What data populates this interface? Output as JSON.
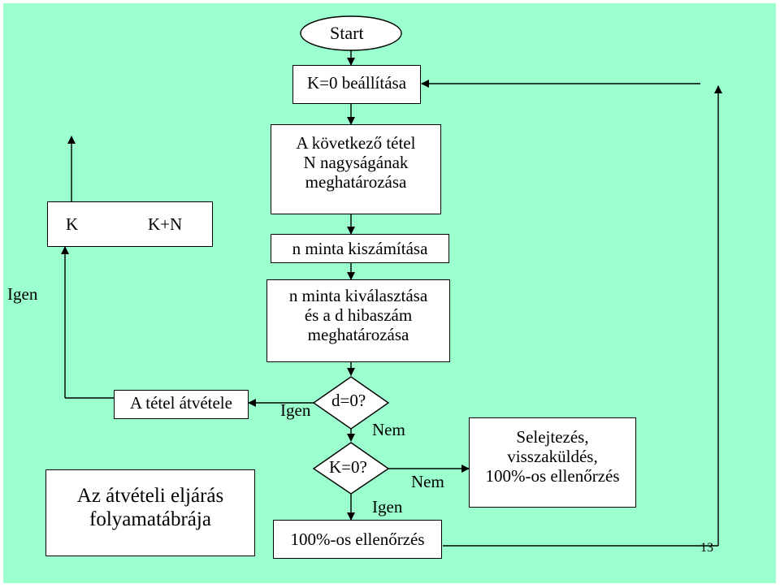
{
  "start": "Start",
  "k_reset": "K=0 beállítása",
  "next_lot": [
    "A következő tétel",
    "N nagyságának",
    "meghatározása"
  ],
  "sample_calc": "n minta kiszámítása",
  "sample_select": [
    "n minta kiválasztása",
    "és a d hibaszám",
    "meghatározása"
  ],
  "decision_d": "d=0?",
  "decision_k": "K=0?",
  "yes_label": "Igen",
  "no_label": "Nem",
  "full_inspection": "100%-os ellenőrzés",
  "lot_accept": "A tétel átvétele",
  "k_box_left": "K",
  "k_box_right": "K+N",
  "reject_box": [
    "Selejtezés,",
    "visszaküldés,",
    "100%-os ellenőrzés"
  ],
  "title": [
    "Az átvételi eljárás",
    "folyamatábrája"
  ],
  "page_number": "13"
}
